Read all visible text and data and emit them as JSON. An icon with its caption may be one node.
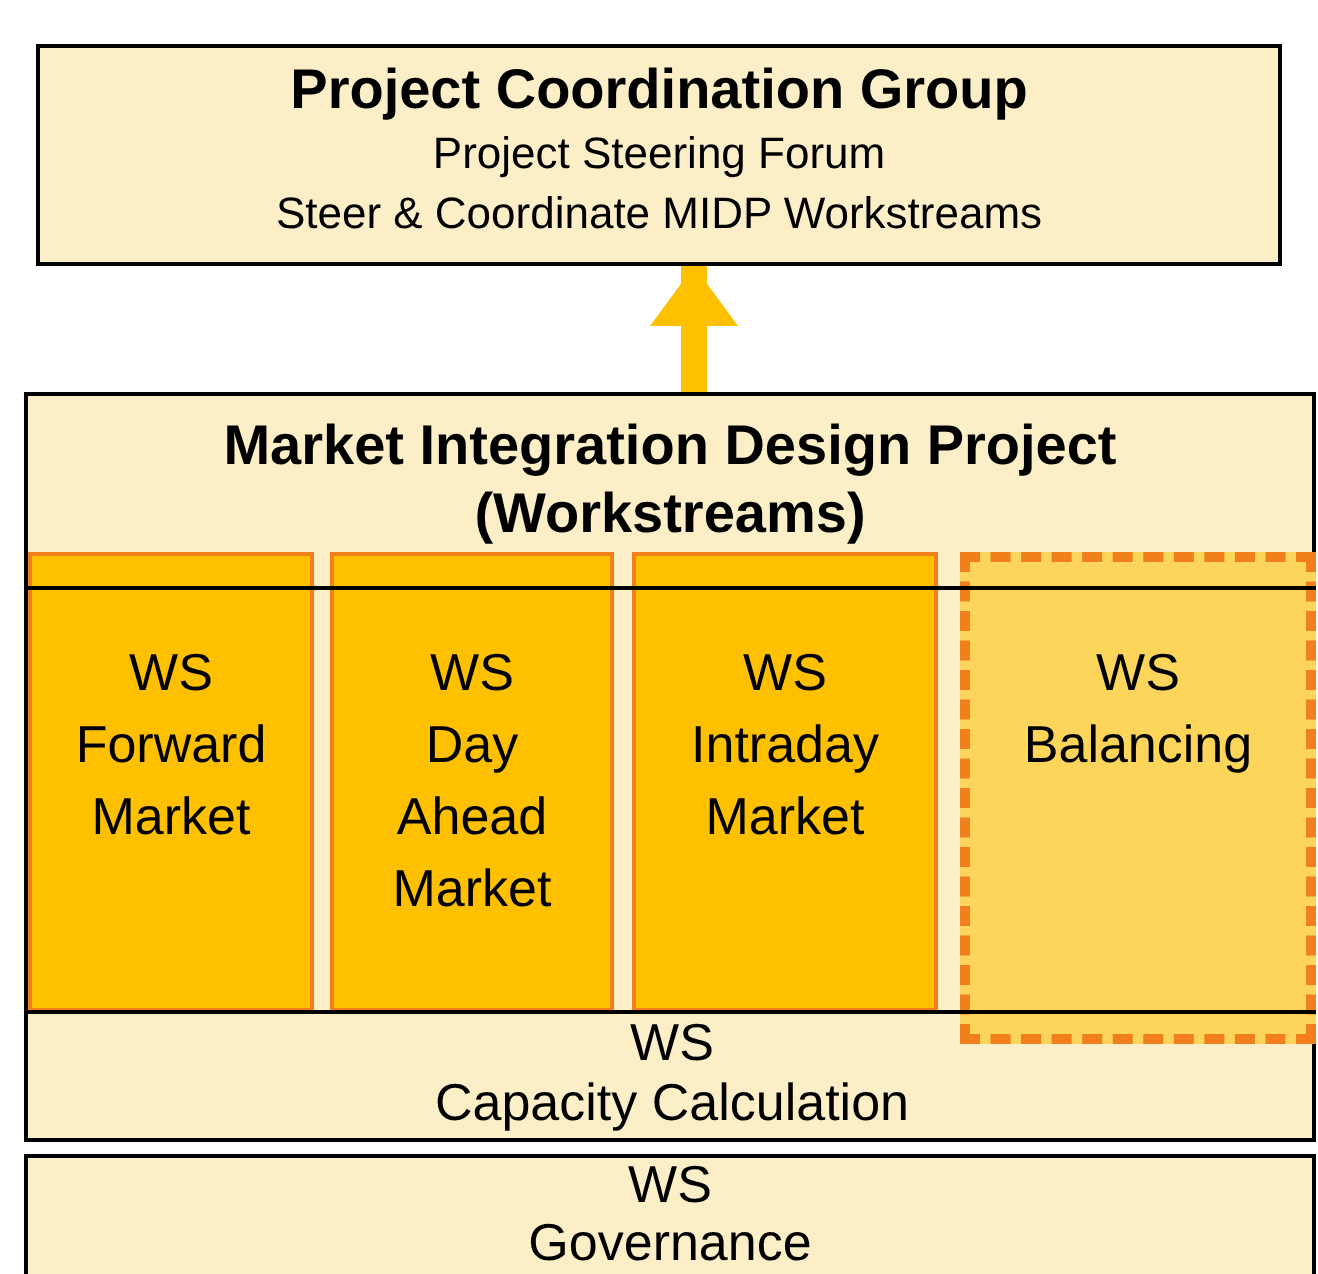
{
  "diagram": {
    "nodes": [
      {
        "text": [
          "Project Coordination Group",
          "Project Steering Forum",
          "Steer & Coordinate MIDP Workstreams"
        ]
      },
      {
        "text": [
          "Market Integration Design Project (Workstreams)"
        ]
      },
      {
        "text": [
          "WS Forward Market"
        ],
        "in": 1
      },
      {
        "text": [
          "WS Day Ahead Market"
        ],
        "in": 1
      },
      {
        "text": [
          "WS Intraday Market"
        ],
        "in": 1
      },
      {
        "text": [
          "WS Balancing"
        ],
        "in": 1
      },
      {
        "text": [
          "WS",
          "Capacity Calculation"
        ],
        "in": 1
      },
      {
        "text": [
          "WS",
          "Governance"
        ]
      }
    ],
    "edges": [
      {
        "from": 1,
        "to": 0,
        "arrow": "to"
      }
    ]
  }
}
